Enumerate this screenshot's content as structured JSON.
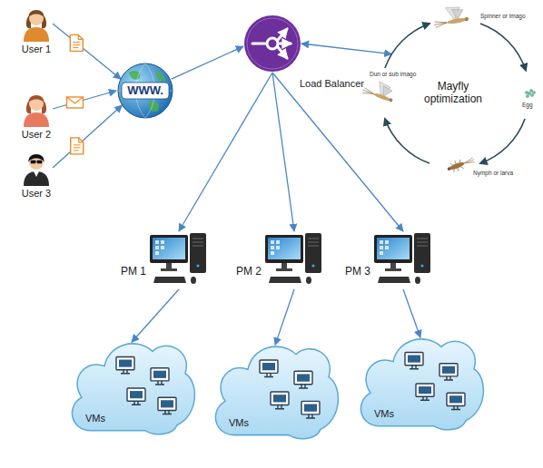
{
  "diagram": {
    "nodes": [
      {
        "text": [
          "User 1"
        ]
      },
      {
        "text": [
          "User 2"
        ]
      },
      {
        "text": [
          "User 3"
        ]
      },
      {
        "text": [
          "WWW."
        ]
      },
      {
        "text": [
          "Load Balancer"
        ]
      },
      {
        "text": [
          "Mayfly optimization"
        ]
      },
      {
        "text": [
          "PM 1"
        ]
      },
      {
        "text": [
          "PM 2"
        ]
      },
      {
        "text": [
          "PM 3"
        ]
      },
      {
        "text": [
          "VMs"
        ]
      },
      {
        "text": [
          "VMs"
        ]
      },
      {
        "text": [
          "VMs"
        ]
      }
    ],
    "edges": [
      {
        "from": 0,
        "to": 3,
        "arrow": "to"
      },
      {
        "from": 1,
        "to": 3,
        "arrow": "to"
      },
      {
        "from": 2,
        "to": 3,
        "arrow": "to"
      },
      {
        "from": 3,
        "to": 4,
        "arrow": "to"
      },
      {
        "from": 4,
        "to": 5,
        "arrow": "both"
      },
      {
        "from": 4,
        "to": 6,
        "arrow": "to"
      },
      {
        "from": 4,
        "to": 7,
        "arrow": "to"
      },
      {
        "from": 4,
        "to": 8,
        "arrow": "to"
      },
      {
        "from": 6,
        "to": 9,
        "arrow": "to"
      },
      {
        "from": 7,
        "to": 10,
        "arrow": "to"
      },
      {
        "from": 8,
        "to": 11,
        "arrow": "to"
      }
    ],
    "labels": [
      "Spinner or imago",
      "Egg",
      "Nymph or larva",
      "Dun or sub imago"
    ]
  }
}
